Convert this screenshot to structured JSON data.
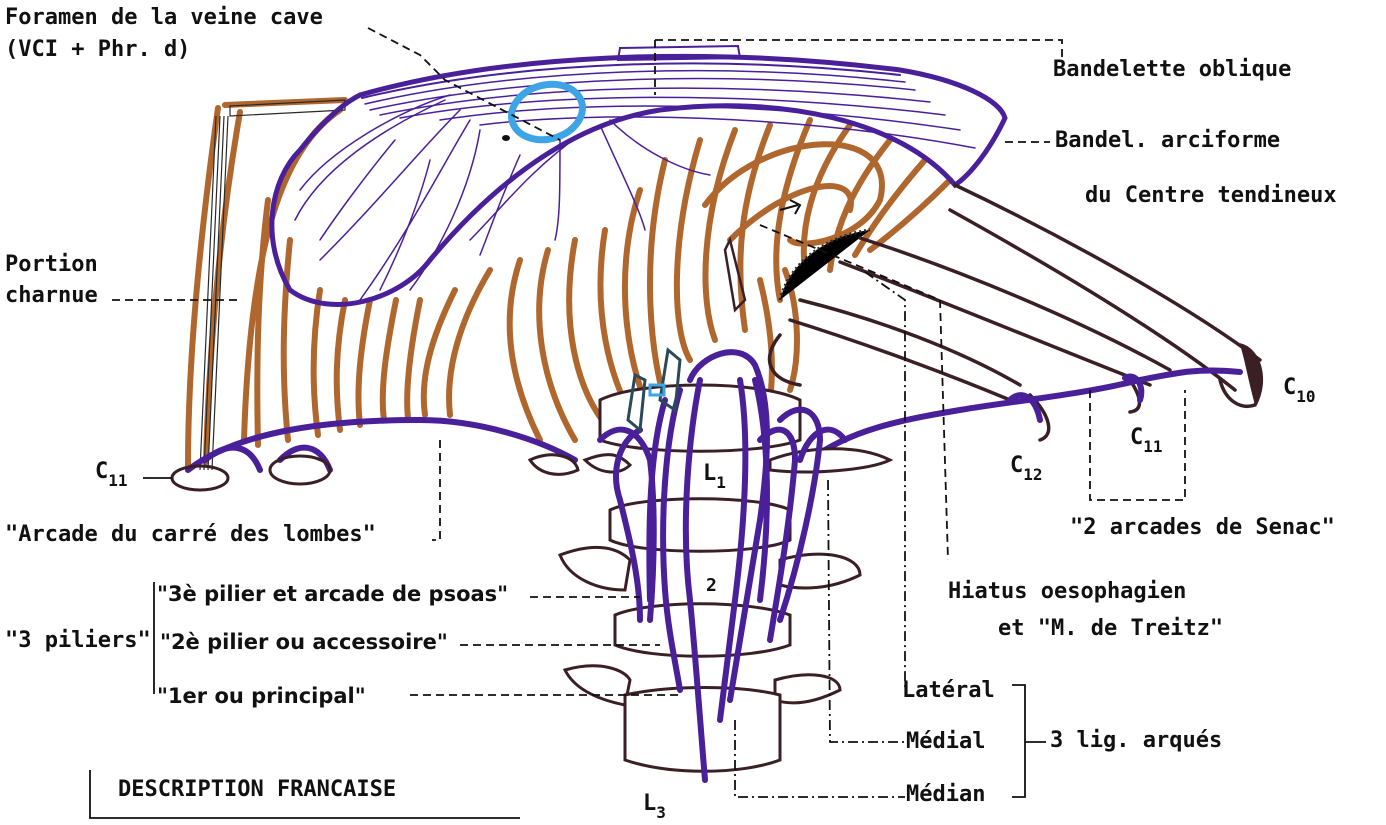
{
  "labels": {
    "foramen_line1": "Foramen de la veine cave",
    "foramen_line2": "(VCI + Phr. d)",
    "bandelette_oblique": "Bandelette oblique",
    "bandel_arciforme": "Bandel. arciforme",
    "centre_tendineux": "du Centre tendineux",
    "portion": "Portion",
    "charnue": "charnue",
    "c11_left_main": "C",
    "c11_left_sub": "11",
    "c10_main": "C",
    "c10_sub": "10",
    "c11_right_main": "C",
    "c11_right_sub": "11",
    "c12_main": "C",
    "c12_sub": "12",
    "l1_main": "L",
    "l1_sub": "1",
    "l3_main": "L",
    "l3_sub": "3",
    "two_marker": "2",
    "arcade_carre": "\"Arcade du carré des lombes\"",
    "arcades_senac": "\"2 arcades de Senac\"",
    "hiatus_line1": "Hiatus oesophagien",
    "hiatus_line2": "et \"M. de Treitz\"",
    "piliers_group": "\"3 piliers\"",
    "pilier3": "\"3è pilier et arcade de psoas\"",
    "pilier2": "\"2è pilier ou accessoire\"",
    "pilier1": "\"1er ou principal\"",
    "lateral": "Latéral",
    "medial": "Médial",
    "median": "Médian",
    "lig_arques": "3 lig. arqués",
    "description": "DESCRIPTION  FRANCAISE"
  },
  "colors": {
    "ink": "#111111",
    "tendon": "#4a1f9a",
    "muscle": "#b0672e",
    "bone": "#3a1f25",
    "foramen": "#3da4e6"
  }
}
